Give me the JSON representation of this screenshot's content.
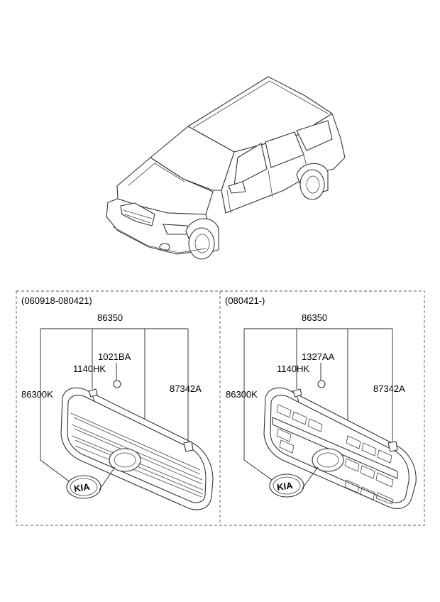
{
  "panels": [
    {
      "period": "(060918-080421)",
      "parts": {
        "assembly": "86350",
        "clip": "1021BA",
        "screw": "1140HK",
        "fastener": "87342A",
        "grille": "86300K"
      }
    },
    {
      "period": "(080421-)",
      "parts": {
        "assembly": "86350",
        "clip": "1327AA",
        "screw": "1140HK",
        "fastener": "87342A",
        "grille": "86300K"
      }
    }
  ],
  "emblem_text": "KIA"
}
